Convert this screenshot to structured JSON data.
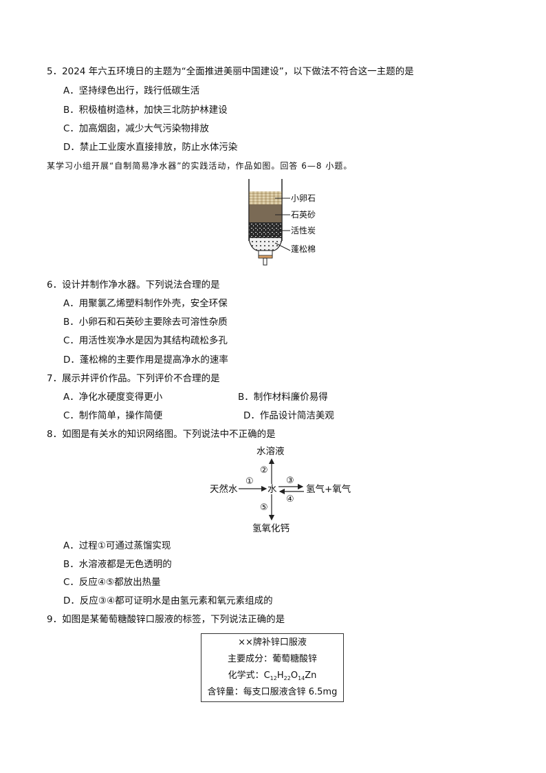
{
  "q5": {
    "stem": "5．2024 年六五环境日的主题为“全面推进美丽中国建设”，以下做法不符合这一主题的是",
    "options": [
      "A．坚持绿色出行，践行低碳生活",
      "B．积极植树造林，加快三北防护林建设",
      "C．加高烟囱，减少大气污染物排放",
      "D．禁止工业废水直接排放，防止水体污染"
    ]
  },
  "intro_6_8": "某学习小组开展“自制简易净水器”的实践活动，作品如图。回答 6—8 小题。",
  "filter_figure": {
    "layers": [
      {
        "label": "小卵石",
        "color": "#cdbb93"
      },
      {
        "label": "石英砂",
        "color": "#7a6a55"
      },
      {
        "label": "活性炭",
        "color": "#2a2a2a"
      },
      {
        "label": "蓬松棉",
        "color": "#e8e8e8"
      }
    ]
  },
  "q6": {
    "stem": "6．设计并制作净水器。下列说法合理的是",
    "options": [
      "A．用聚氯乙烯塑料制作外壳，安全环保",
      "B．小卵石和石英砂主要除去可溶性杂质",
      "C．用活性炭净水是因为其结构疏松多孔",
      "D．蓬松棉的主要作用是提高净水的速率"
    ]
  },
  "q7": {
    "stem": "7．展示并评价作品。下列评价不合理的是",
    "options": [
      "A．净化水硬度变得更小",
      "B．制作材料廉价易得",
      "C．制作简单，操作简便",
      "D．作品设计简洁美观"
    ]
  },
  "q8": {
    "stem": "8．如图是有关水的知识网络图。下列说法中不正确的是",
    "diagram": {
      "center": "水",
      "top": "水溶液",
      "left": "天然水",
      "right": "氢气+氧气",
      "bottom": "氢氧化钙",
      "marks": [
        "①",
        "②",
        "③",
        "④",
        "⑤"
      ]
    },
    "options": [
      "A．过程①可通过蒸馏实现",
      "B．水溶液都是无色透明的",
      "C．反应④⑤都放出热量",
      "D．反应③④都可证明水是由氢元素和氧元素组成的"
    ]
  },
  "q9": {
    "stem": "9．如图是某葡萄糖酸锌口服液的标签，下列说法正确的是",
    "label": {
      "title": "××牌补锌口服液",
      "ingredient": "主要成分：葡萄糖酸锌",
      "formula_prefix": "化学式：",
      "formula_parts": [
        "C",
        "12",
        "H",
        "22",
        "O",
        "14",
        "Zn"
      ],
      "zinc_content": "含锌量：每支口服液含锌 6.5mg"
    }
  }
}
